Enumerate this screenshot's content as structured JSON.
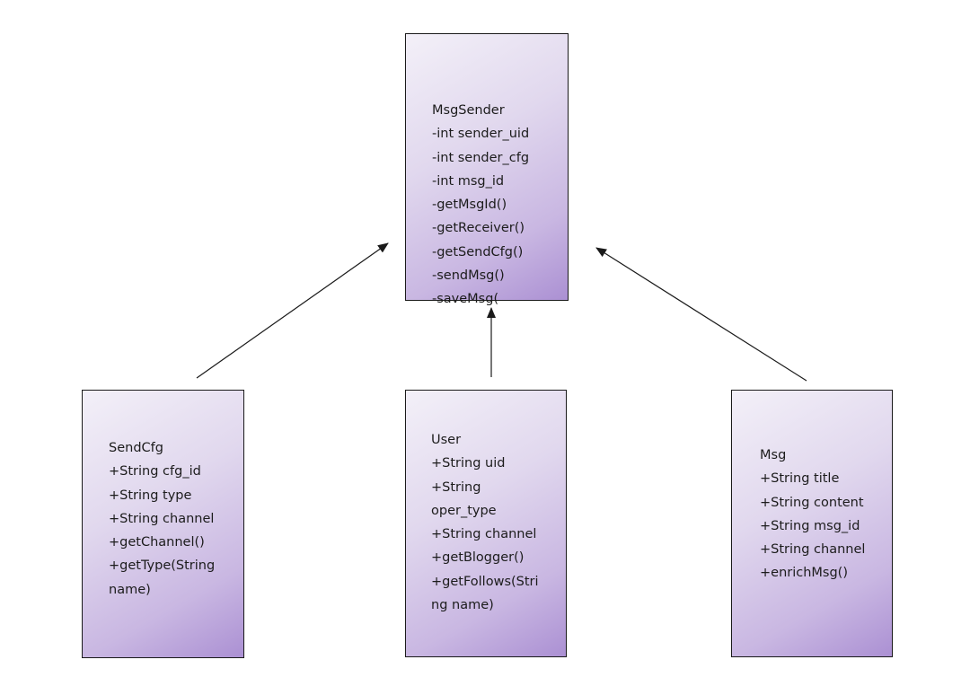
{
  "classes": {
    "msgsender": {
      "lines": [
        "MsgSender",
        "-int sender_uid",
        "-int sender_cfg",
        "-int msg_id",
        "-getMsgId()",
        "-getReceiver()",
        "-getSendCfg()",
        "-sendMsg()",
        "-saveMsg("
      ]
    },
    "sendcfg": {
      "lines": [
        "SendCfg",
        "+String cfg_id",
        "+String type",
        "+String channel",
        "+getChannel()",
        "+getType(String",
        "name)"
      ]
    },
    "user": {
      "lines": [
        "User",
        "+String uid",
        "+String",
        "oper_type",
        "+String channel",
        "+getBlogger()",
        "+getFollows(Stri",
        "ng name)"
      ]
    },
    "msg": {
      "lines": [
        "Msg",
        "+String title",
        "+String content",
        "+String msg_id",
        "+String channel",
        "+enrichMsg()"
      ]
    }
  },
  "colors": {
    "box_border": "#1a1a1a",
    "gradient_light": "#f3f0f8",
    "gradient_dark": "#ab90d3",
    "arrow": "#1a1a1a"
  }
}
